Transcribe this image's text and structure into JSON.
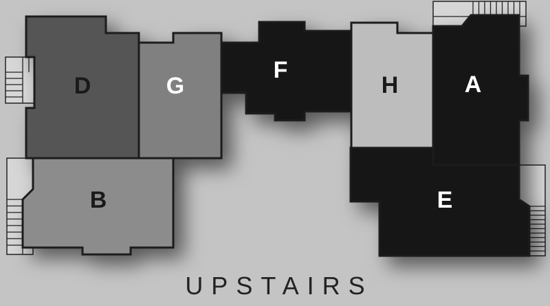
{
  "title": "UPSTAIRS",
  "rooms": [
    {
      "id": "D",
      "label": "D",
      "fill": "#555555",
      "text_color": "#1a1a1a"
    },
    {
      "id": "G",
      "label": "G",
      "fill": "#808080",
      "text_color": "#ffffff"
    },
    {
      "id": "F",
      "label": "F",
      "fill": "#141414",
      "text_color": "#ffffff"
    },
    {
      "id": "H",
      "label": "H",
      "fill": "#bdbdbd",
      "text_color": "#1a1a1a"
    },
    {
      "id": "A",
      "label": "A",
      "fill": "#141414",
      "text_color": "#ffffff"
    },
    {
      "id": "E",
      "label": "E",
      "fill": "#141414",
      "text_color": "#ffffff"
    },
    {
      "id": "B",
      "label": "B",
      "fill": "#8c8c8c",
      "text_color": "#1a1a1a"
    }
  ]
}
